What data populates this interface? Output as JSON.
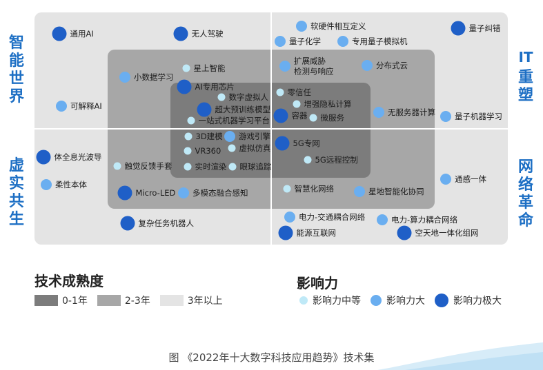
{
  "quadrants": {
    "top_left": [
      "智",
      "能",
      "世",
      "界"
    ],
    "bottom_left": [
      "虚",
      "实",
      "共",
      "生"
    ],
    "top_right_prefix": "IT",
    "top_right": [
      "重",
      "塑"
    ],
    "bottom_right": [
      "网",
      "络",
      "革",
      "命"
    ]
  },
  "colors": {
    "outer": "#e4e4e4",
    "middle": "#a7a7a7",
    "inner": "#7c7c7c",
    "medium": "#bfe9f7",
    "large": "#6aaef0",
    "very_large": "#1f5fc7"
  },
  "nodes": [
    {
      "label": "通用AI",
      "impact": "very_large"
    },
    {
      "label": "无人驾驶",
      "impact": "very_large"
    },
    {
      "label": "软硬件相互定义",
      "impact": "large"
    },
    {
      "label": "量子纠错",
      "impact": "very_large"
    },
    {
      "label": "量子化学",
      "impact": "large"
    },
    {
      "label": "专用量子模拟机",
      "impact": "large"
    },
    {
      "label": "星上智能",
      "impact": "medium"
    },
    {
      "label": "小数据学习",
      "impact": "large"
    },
    {
      "label": "扩展威胁\n检测与响应",
      "impact": "large"
    },
    {
      "label": "分布式云",
      "impact": "large"
    },
    {
      "label": "AI专用芯片",
      "impact": "very_large"
    },
    {
      "label": "数字虚拟人",
      "impact": "medium"
    },
    {
      "label": "零信任",
      "impact": "medium"
    },
    {
      "label": "增强隐私计算",
      "impact": "medium"
    },
    {
      "label": "超大预训练模型",
      "impact": "very_large"
    },
    {
      "label": "一站式机器学习平台",
      "impact": "medium"
    },
    {
      "label": "可解释AI",
      "impact": "large"
    },
    {
      "label": "容器",
      "impact": "very_large"
    },
    {
      "label": "微服务",
      "impact": "medium"
    },
    {
      "label": "无服务器计算",
      "impact": "large"
    },
    {
      "label": "量子机器学习",
      "impact": "large"
    },
    {
      "label": "3D建模",
      "impact": "medium"
    },
    {
      "label": "游戏引擎",
      "impact": "large"
    },
    {
      "label": "5G专网",
      "impact": "very_large"
    },
    {
      "label": "VR360",
      "impact": "medium"
    },
    {
      "label": "虚拟仿真",
      "impact": "medium"
    },
    {
      "label": "体全息光波导",
      "impact": "very_large"
    },
    {
      "label": "5G远程控制",
      "impact": "medium"
    },
    {
      "label": "触觉反馈手套",
      "impact": "medium"
    },
    {
      "label": "实时渲染",
      "impact": "medium"
    },
    {
      "label": "眼球追踪",
      "impact": "medium"
    },
    {
      "label": "通感一体",
      "impact": "large"
    },
    {
      "label": "柔性本体",
      "impact": "large"
    },
    {
      "label": "智慧化网络",
      "impact": "medium"
    },
    {
      "label": "星地智能化协同",
      "impact": "large"
    },
    {
      "label": "Micro-LED",
      "impact": "very_large"
    },
    {
      "label": "多模态融合感知",
      "impact": "large"
    },
    {
      "label": "电力-交通耦合网络",
      "impact": "large"
    },
    {
      "label": "电力-算力耦合网络",
      "impact": "large"
    },
    {
      "label": "复杂任务机器人",
      "impact": "very_large"
    },
    {
      "label": "能源互联网",
      "impact": "very_large"
    },
    {
      "label": "空天地一体化组网",
      "impact": "very_large"
    }
  ],
  "legend": {
    "maturity_title": "技术成熟度",
    "maturity": [
      {
        "label": "0-1年",
        "color": "#7c7c7c"
      },
      {
        "label": "2-3年",
        "color": "#a7a7a7"
      },
      {
        "label": "3年以上",
        "color": "#e4e4e4"
      }
    ],
    "impact_title": "影响力",
    "impact": [
      {
        "label": "影响力中等",
        "key": "medium"
      },
      {
        "label": "影响力大",
        "key": "large"
      },
      {
        "label": "影响力极大",
        "key": "very_large"
      }
    ]
  },
  "caption": "图 《2022年十大数字科技应用趋势》技术集"
}
